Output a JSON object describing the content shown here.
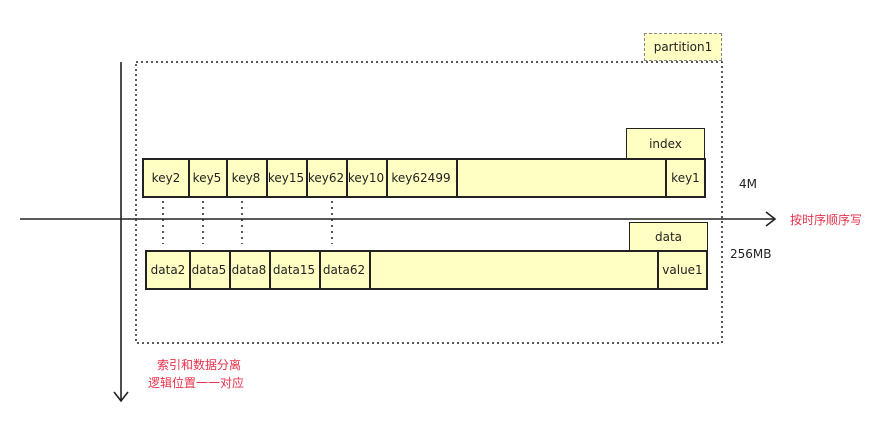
{
  "partition_label": "partition1",
  "index_label": "index",
  "data_label": "data",
  "index_size": "4M",
  "data_size": "256MB",
  "time_axis_label": "按时序顺序写",
  "note_line1": "索引和数据分离",
  "note_line2": "逻辑位置一一对应",
  "keys": [
    "key2",
    "key5",
    "key8",
    "key15",
    "key62",
    "key10",
    "key62499"
  ],
  "key_last": "key1",
  "datas": [
    "data2",
    "data5",
    "data8",
    "data15",
    "data62"
  ],
  "value_last": "value1",
  "colors": {
    "fill": "#ffffc4",
    "accent": "#e8314a",
    "line": "#222222"
  }
}
